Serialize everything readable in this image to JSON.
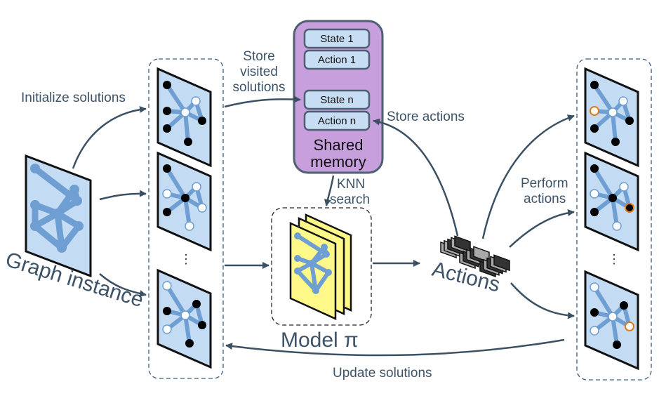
{
  "labels": {
    "initialize": "Initialize solutions",
    "store_visited": [
      "Store",
      "visited",
      "solutions"
    ],
    "store_actions": "Store actions",
    "knn": [
      "KNN",
      "search"
    ],
    "perform": [
      "Perform",
      "actions"
    ],
    "update": "Update solutions",
    "graph_instance": "Graph instance",
    "model": "Model π",
    "actions": "Actions",
    "ellipsis": "⋮"
  },
  "memory": {
    "title": [
      "Shared",
      "memory"
    ],
    "entries": [
      "State 1",
      "Action 1",
      "State n",
      "Action n"
    ]
  },
  "colors": {
    "panel_fill": "#c3dbf3",
    "graph_edge": "#6f9fd2",
    "graph_node": "#6f9fd2",
    "memory_fill": "#c79fdc",
    "memory_border": "#4d5f70",
    "entry_fill": "#c7ddf3",
    "model_fill": "#fff98a",
    "arrow": "#3b5163",
    "highlight_node": "#e07b1a",
    "action_dark": "#333333",
    "action_light": "#a8a8a8"
  }
}
